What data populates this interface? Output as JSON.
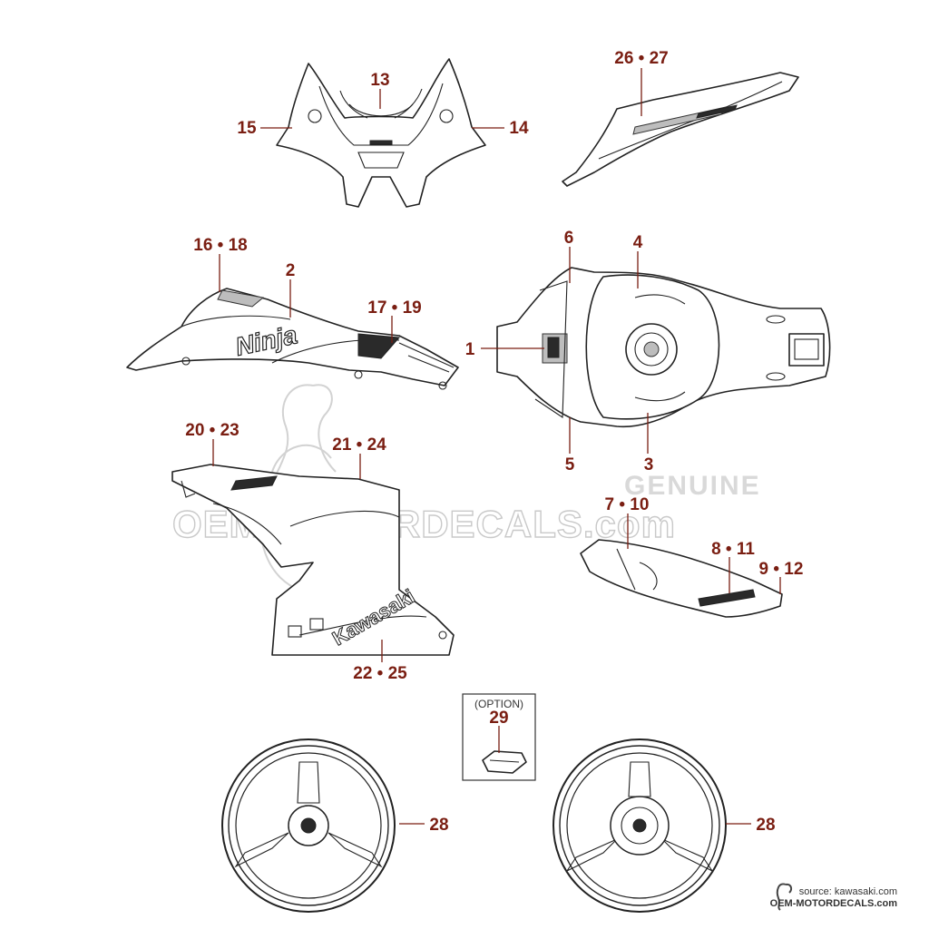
{
  "watermark": {
    "genuine": "GENUINE",
    "site": "OEM-MOTORDECALS.com"
  },
  "option_box": {
    "label": "(OPTION)"
  },
  "callouts": {
    "c13": "13",
    "c15": "15",
    "c14": "14",
    "c26_27": "26 • 27",
    "c16_18": "16 • 18",
    "c2": "2",
    "c17_19": "17 • 19",
    "c6": "6",
    "c4": "4",
    "c1": "1",
    "c5": "5",
    "c3": "3",
    "c20_23": "20 • 23",
    "c21_24": "21 • 24",
    "c7_10": "7 • 10",
    "c8_11": "8 • 11",
    "c9_12": "9 • 12",
    "c22_25": "22 • 25",
    "c29": "29",
    "c28_left": "28",
    "c28_right": "28"
  },
  "decal_text": {
    "ninja": "Ninja",
    "kawasaki": "Kawasaki"
  },
  "footer": {
    "source": "source: kawasaki.com",
    "site": "OEM-MOTORDECALS.com"
  },
  "icons": {
    "footer_logo": "flamingo-logo-icon"
  }
}
